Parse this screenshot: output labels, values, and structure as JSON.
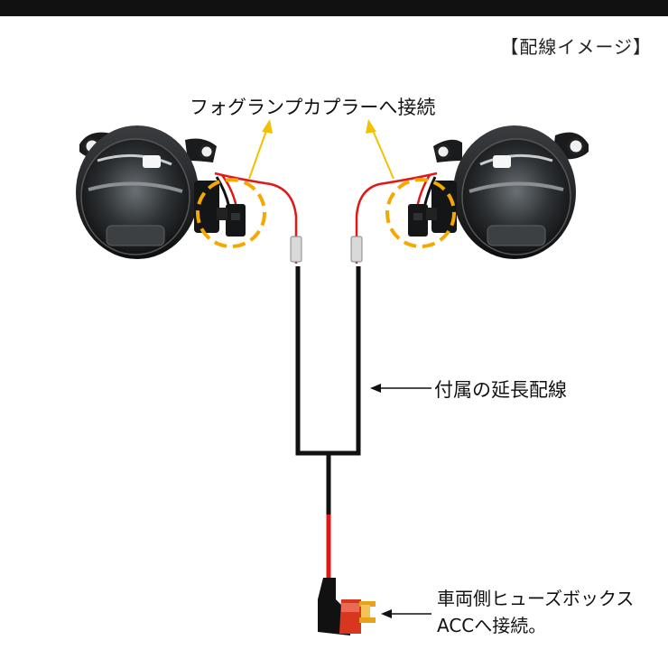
{
  "title": "【配線イメージ】",
  "labels": {
    "coupler": "フォグランプカプラーへ接続",
    "extension": "付属の延長配線",
    "fuse_line1": "車両側ヒューズボックス",
    "fuse_line2": "ACCへ接続。"
  },
  "colors": {
    "highlight_circle": "#f5a800",
    "pointer_arrow": "#f2c200",
    "red_wire": "#e01818",
    "black_wire": "#111111",
    "fuse_tap": "#d8361e",
    "fuse_blade": "#e8a21a"
  }
}
